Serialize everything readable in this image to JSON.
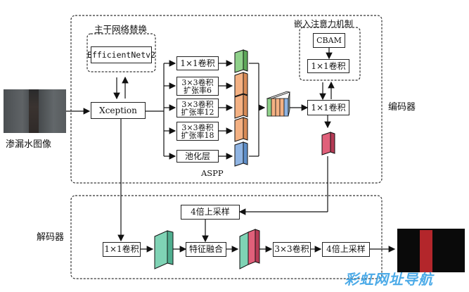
{
  "encoder": {
    "backbone_title": "主干网络替换",
    "backbone_box": "EfficientNetv2",
    "xception": "Xception",
    "aspp_label": "ASPP",
    "branches": [
      "1×1卷积",
      "3×3卷积",
      "扩张率6",
      "3×3卷积",
      "扩张率12",
      "3×3卷积",
      "扩张率18",
      "池化层"
    ],
    "attention_title": "嵌入注意力机制",
    "cbam": "CBAM",
    "attention_conv": "1×1卷积",
    "merge_conv": "1×1卷积",
    "label": "编码器"
  },
  "decoder": {
    "label": "解码器",
    "low_conv": "1×1卷积",
    "upsample_top": "4倍上采样",
    "fusion": "特征融合",
    "conv3": "3×3卷积",
    "upsample_out": "4倍上采样"
  },
  "input_caption": "渗漏水图像",
  "watermark": "彩虹网址导航",
  "colors": {
    "green": "#8fd18a",
    "orange": "#f4b183",
    "blue": "#8fb4e3",
    "pink": "#e0607a",
    "teal": "#7fd3b5"
  }
}
